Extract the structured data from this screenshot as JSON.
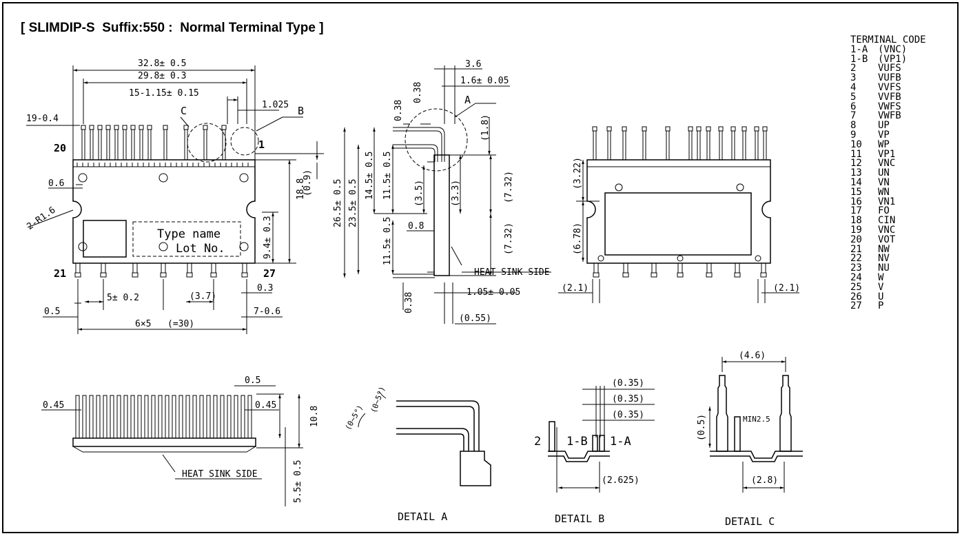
{
  "title": "[ SLIMDIP-S  Suffix:550 :  Normal Terminal Type ]",
  "terminal_code": {
    "header": "TERMINAL CODE",
    "rows": [
      {
        "num": "1-A",
        "name": "(VNC)"
      },
      {
        "num": "1-B",
        "name": "(VP1)"
      },
      {
        "num": "2",
        "name": "VUFS"
      },
      {
        "num": "3",
        "name": "VUFB"
      },
      {
        "num": "4",
        "name": "VVFS"
      },
      {
        "num": "5",
        "name": "VVFB"
      },
      {
        "num": "6",
        "name": "VWFS"
      },
      {
        "num": "7",
        "name": "VWFB"
      },
      {
        "num": "8",
        "name": "UP"
      },
      {
        "num": "9",
        "name": "VP"
      },
      {
        "num": "10",
        "name": "WP"
      },
      {
        "num": "11",
        "name": "VP1"
      },
      {
        "num": "12",
        "name": "VNC"
      },
      {
        "num": "13",
        "name": "UN"
      },
      {
        "num": "14",
        "name": "VN"
      },
      {
        "num": "15",
        "name": "WN"
      },
      {
        "num": "16",
        "name": "VN1"
      },
      {
        "num": "17",
        "name": "FO"
      },
      {
        "num": "18",
        "name": "CIN"
      },
      {
        "num": "19",
        "name": "VNC"
      },
      {
        "num": "20",
        "name": "VOT"
      },
      {
        "num": "21",
        "name": "NW"
      },
      {
        "num": "22",
        "name": "NV"
      },
      {
        "num": "23",
        "name": "NU"
      },
      {
        "num": "24",
        "name": "W"
      },
      {
        "num": "25",
        "name": "V"
      },
      {
        "num": "26",
        "name": "U"
      },
      {
        "num": "27",
        "name": "P"
      }
    ]
  },
  "front_view": {
    "dim_total_width": "32.8± 0.5",
    "dim_pin_span": "29.8± 0.3",
    "dim_pin_pitch": "15-1.15± 0.15",
    "dim_small_pins": "19-0.4",
    "dim_edge": "1.025",
    "label_b": "B",
    "label_c": "C",
    "pin_20": "20",
    "pin_1": "1",
    "pin_21": "21",
    "pin_27": "27",
    "dim_0_6": "0.6",
    "dim_radius": "2-R1.6",
    "type_name": "Type name",
    "lot_no": "Lot No.",
    "dim_height": "18.8",
    "dim_0_9": "(0.9)",
    "dim_9_4": "9.4± 0.3",
    "dim_0_3": "0.3",
    "dim_0_5": "0.5",
    "dim_5_pitch": "5± 0.2",
    "dim_3_7": "(3.7)",
    "dim_7_0_6": "7-0.6",
    "dim_6x5": "6×5",
    "dim_30": "(=30)"
  },
  "side_view": {
    "dim_3_6": "3.6",
    "dim_1_6": "1.6± 0.05",
    "dim_0_38a": "0.38",
    "dim_0_38b": "0.38",
    "label_a": "A",
    "dim_1_8": "(1.8)",
    "dim_26_5": "26.5± 0.5",
    "dim_23_5": "23.5± 0.5",
    "dim_14_5": "14.5± 0.5",
    "dim_11_5a": "11.5± 0.5",
    "dim_3_5": "(3.5)",
    "dim_3_3": "(3.3)",
    "dim_7_32a": "(7.32)",
    "dim_7_32b": "(7.32)",
    "dim_0_8": "0.8",
    "dim_11_5b": "11.5± 0.5",
    "heat_sink": "HEAT SINK SIDE",
    "dim_1_05": "1.05± 0.05",
    "dim_0_38c": "0.38",
    "dim_0_55": "(0.55)"
  },
  "back_view": {
    "dim_3_22": "(3.22)",
    "dim_6_78": "(6.78)",
    "dim_2_1a": "(2.1)",
    "dim_2_1b": "(2.1)"
  },
  "bottom_view": {
    "dim_0_5": "0.5",
    "dim_0_45a": "0.45",
    "dim_0_45b": "0.45",
    "dim_10_8": "10.8",
    "dim_5_5": "5.5± 0.5",
    "heat_sink": "HEAT SINK SIDE"
  },
  "detail_a": {
    "label": "DETAIL A",
    "angle1": "(0~5°)",
    "angle2": "(0~5°)"
  },
  "detail_b": {
    "label": "DETAIL B",
    "dim_0_35a": "(0.35)",
    "dim_0_35b": "(0.35)",
    "dim_0_35c": "(0.35)",
    "pin_2": "2",
    "pin_1b": "1-B",
    "pin_1a": "1-A",
    "dim_2_625": "(2.625)"
  },
  "detail_c": {
    "label": "DETAIL C",
    "dim_4_6": "(4.6)",
    "dim_0_5": "(0.5)",
    "min": "MIN2.5",
    "dim_2_8": "(2.8)"
  }
}
